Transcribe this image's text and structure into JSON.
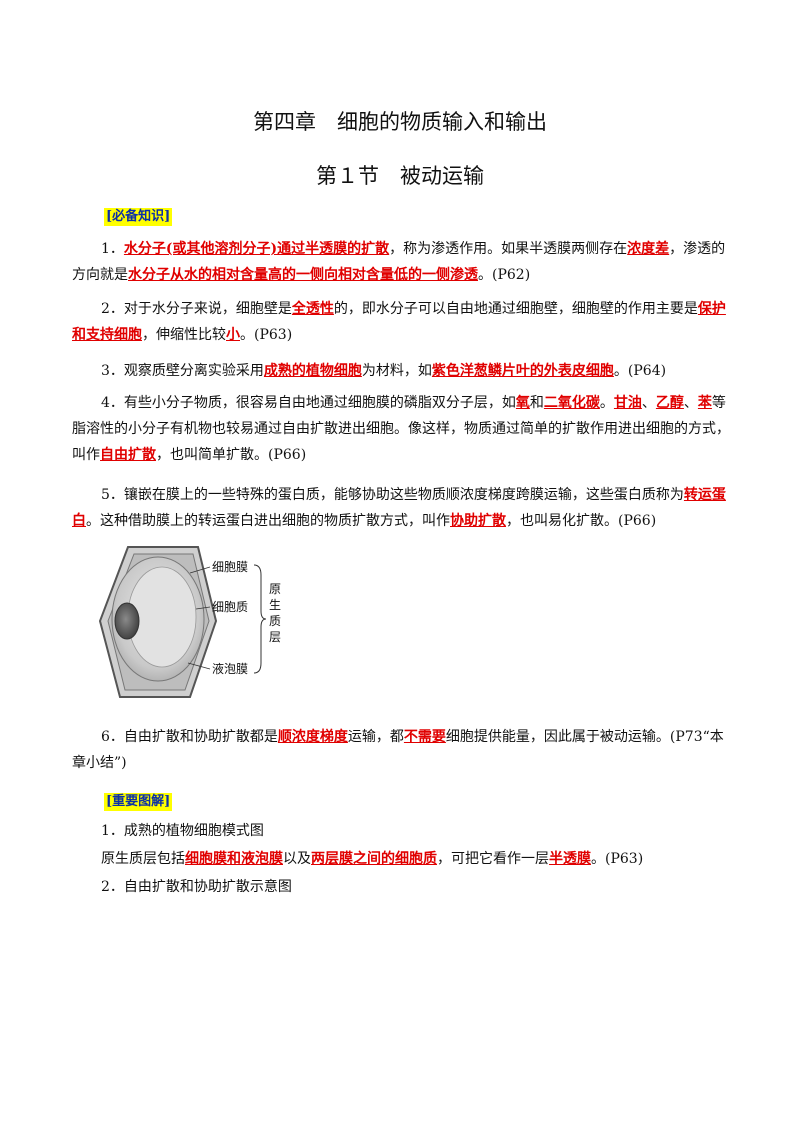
{
  "chapter_title": "第四章　细胞的物质输入和输出",
  "section_title": "第１节　被动运输",
  "tag_knowledge": "[必备知识]",
  "tag_diagram": "[重要图解]",
  "p1": {
    "num": "1．",
    "k1": "水分子(或其他溶剂分子)通过半透膜的扩散",
    "t1": "，称为渗透作用。如果半透膜两侧存在",
    "k2": "浓度差",
    "t2": "，渗透的方向就是",
    "k3": "水分子从水的相对含量高的一侧向相对含量低的一侧渗透",
    "t3": "。(P62)"
  },
  "p2": {
    "num": "2．",
    "t1": "对于水分子来说，细胞壁是",
    "k1": "全透性",
    "t2": "的，即水分子可以自由地通过细胞壁，细胞壁的作用主要是",
    "k2": "保护和支持细胞",
    "t3": "，伸缩性比较",
    "k3": "小",
    "t4": "。(P63)"
  },
  "p3": {
    "num": "3．",
    "t1": "观察质壁分离实验采用",
    "k1": "成熟的植物细胞",
    "t2": "为材料，如",
    "k2": "紫色洋葱鳞片叶的外表皮细胞",
    "t3": "。(P64)"
  },
  "p4": {
    "num": "4．",
    "t1": "有些小分子物质，很容易自由地通过细胞膜的磷脂双分子层，如",
    "k1": "氧",
    "t2": "和",
    "k2": "二氧化碳",
    "t3": "。",
    "k3": "甘油",
    "t4": "、",
    "k4": "乙醇",
    "t5": "、",
    "k5": "苯",
    "t6": "等脂溶性的小分子有机物也较易通过自由扩散进出细胞。像这样，物质通过简单的扩散作用进出细胞的方式，叫作",
    "k6": "自由扩散",
    "t7": "，也叫简单扩散。(P66)"
  },
  "p5": {
    "num": "5．",
    "t1": "镶嵌在膜上的一些特殊的蛋白质，能够协助这些物质顺浓度梯度跨膜运输，这些蛋白质称为",
    "k1": "转运蛋白",
    "t2": "。这种借助膜上的转运蛋白进出细胞的物质扩散方式，叫作",
    "k2": "协助扩散",
    "t3": "，也叫易化扩散。(P66)"
  },
  "figure": {
    "label_membrane": "细胞膜",
    "label_cytoplasm": "细胞质",
    "label_vacuole": "液泡膜",
    "label_protoplast": "原生质层"
  },
  "p6": {
    "num": "6．",
    "t1": "自由扩散和协助扩散都是",
    "k1": "顺浓度梯度",
    "t2": "运输，都",
    "k2": "不需要",
    "t3": "细胞提供能量，因此属于被动运输。(P73“本章小结”)"
  },
  "d1": {
    "text": "1．成熟的植物细胞模式图"
  },
  "d1b": {
    "t1": "原生质层包括",
    "k1": "细胞膜和液泡膜",
    "t2": "以及",
    "k2": "两层膜之间的细胞质",
    "t3": "，可把它看作一层",
    "k3": "半透膜",
    "t4": "。(P63)"
  },
  "d2": {
    "text": "2．自由扩散和协助扩散示意图"
  }
}
